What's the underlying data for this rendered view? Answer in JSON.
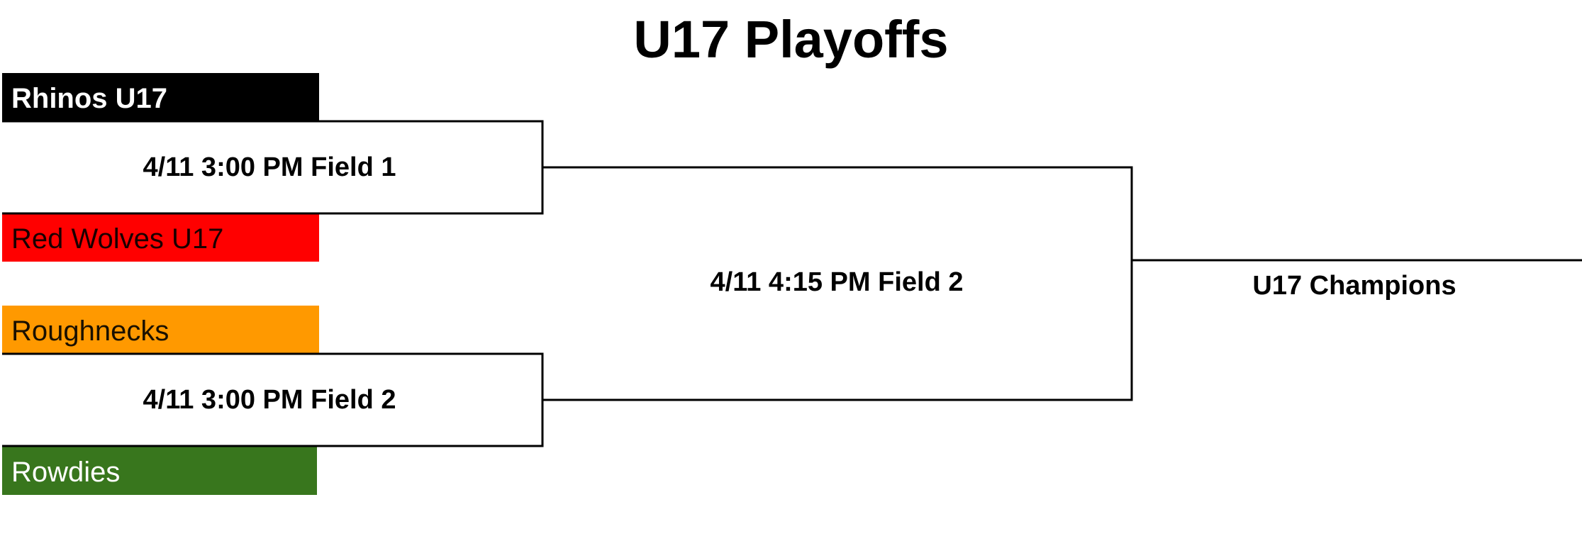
{
  "title": "U17 Playoffs",
  "teams": [
    {
      "name": "Rhinos U17",
      "color": "#000000",
      "text_color": "#ffffff",
      "bold": true
    },
    {
      "name": "Red Wolves U17",
      "color": "#ff0000",
      "text_color": "#1a0000",
      "bold": false
    },
    {
      "name": "Roughnecks",
      "color": "#ff9900",
      "text_color": "#1a1000",
      "bold": false
    },
    {
      "name": "Rowdies",
      "color": "#38761d",
      "text_color": "#ffffff",
      "bold": false
    }
  ],
  "games": {
    "semi_1": "4/11 3:00 PM Field 1",
    "semi_2": "4/11 3:00 PM Field 2",
    "final": "4/11 4:15 PM Field 2"
  },
  "champion_label": "U17 Champions"
}
